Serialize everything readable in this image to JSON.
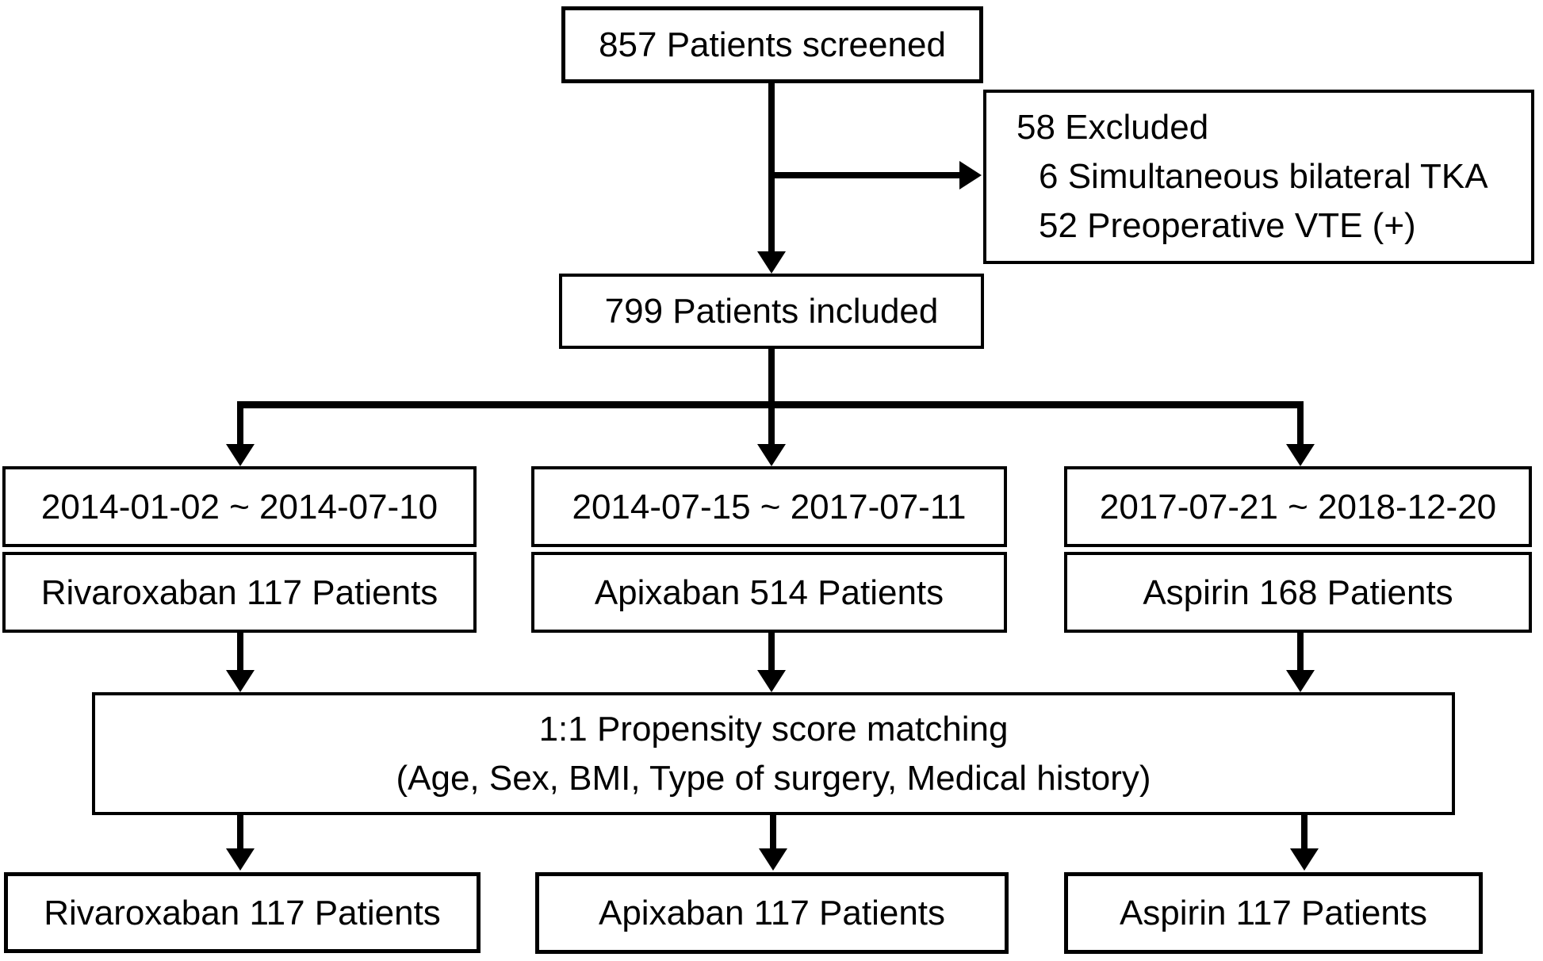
{
  "diagram": {
    "title_hint": "Patient selection flow diagram",
    "screened": {
      "label": "857 Patients screened"
    },
    "excluded": {
      "line1": "58 Excluded",
      "line2": "6 Simultaneous bilateral TKA",
      "line3": "52 Preoperative VTE (+)"
    },
    "included": {
      "label": "799 Patients included"
    },
    "columns": [
      {
        "period": "2014-01-02 ~ 2014-07-10",
        "group": "Rivaroxaban 117 Patients",
        "matched": "Rivaroxaban 117 Patients"
      },
      {
        "period": "2014-07-15 ~ 2017-07-11",
        "group": "Apixaban 514 Patients",
        "matched": "Apixaban 117 Patients"
      },
      {
        "period": "2017-07-21 ~ 2018-12-20",
        "group": "Aspirin 168 Patients",
        "matched": "Aspirin 117 Patients"
      }
    ],
    "matching": {
      "line1": "1:1 Propensity score matching",
      "line2": "(Age, Sex, BMI, Type of surgery, Medical history)"
    },
    "colors": {
      "ink": "#000000",
      "paper": "#ffffff"
    }
  }
}
